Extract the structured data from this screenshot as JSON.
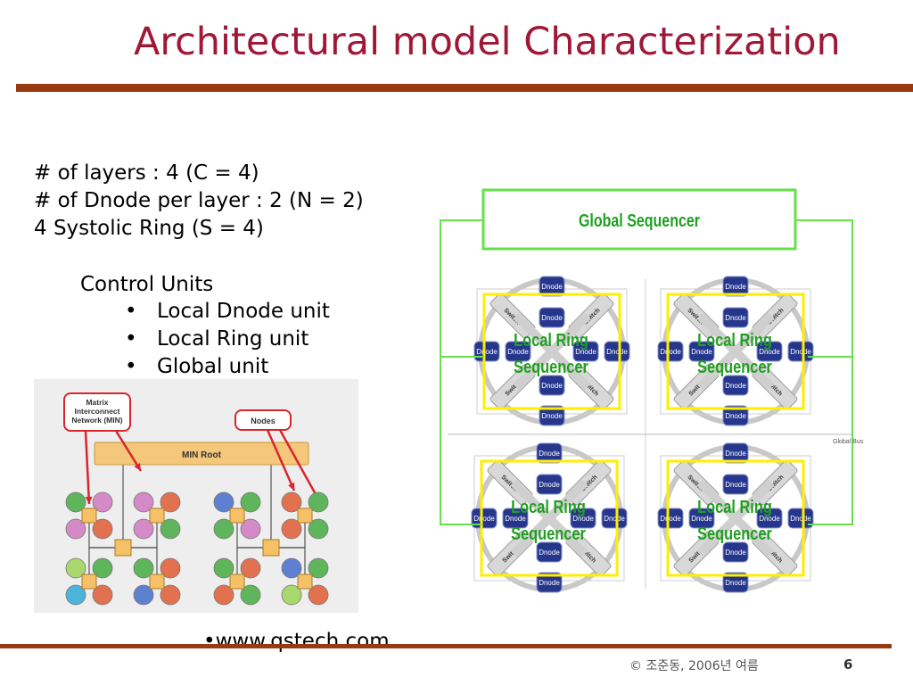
{
  "slide": {
    "title": "Architectural model Characterization",
    "params": [
      "# of layers : 4 (C = 4)",
      "# of Dnode per layer : 2 (N = 2)",
      "4 Systolic Ring (S = 4)"
    ],
    "control_units_heading": "Control Units",
    "control_units_items": [
      "Local Dnode unit",
      "Local Ring unit",
      "Global unit"
    ],
    "bullet": "•",
    "website": "•www.qstech.com",
    "footer": "© 조준동, 2006년 여름",
    "page_number": "6"
  },
  "min_diagram": {
    "callout_matrix": [
      "Matrix",
      "Interconnect",
      "Network (MIN)"
    ],
    "callout_nodes": "Nodes",
    "root_label": "MIN Root",
    "colors": {
      "callout_border": "#d9262c",
      "root_bar": "#f4c77a",
      "switch": "#f6c067",
      "pink": "#d58ac8",
      "green": "#5fb55c",
      "orange": "#e2714f",
      "light_green": "#a8d86e",
      "blue": "#5f7fd0",
      "cyan": "#4ab5d8"
    }
  },
  "ring_diagram": {
    "global_sequencer": "Global Sequencer",
    "local_ring": [
      "Local Ring",
      "Sequencer"
    ],
    "dnode": "Dnode",
    "switch": "Switch",
    "global_bus": "Global Bus",
    "colors": {
      "green_line": "#66e04a",
      "yellow_box": "#ffee00",
      "label_green": "#20a020",
      "dnode_fill": "#26368c"
    }
  }
}
